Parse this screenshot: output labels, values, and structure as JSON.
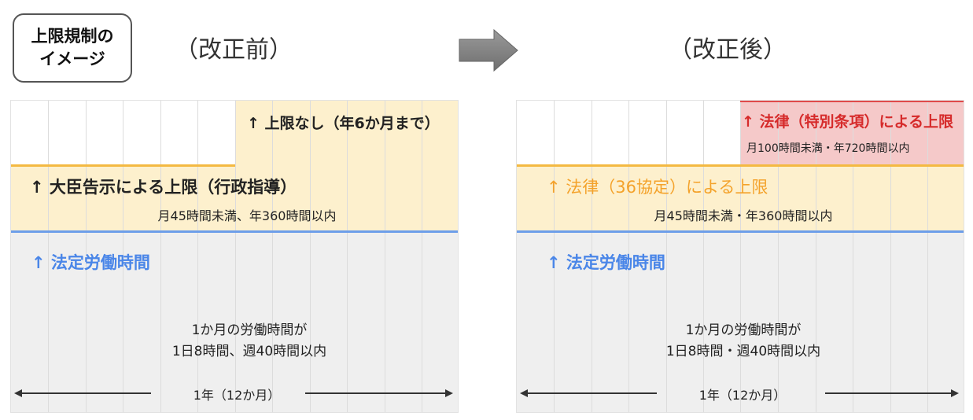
{
  "badge": {
    "line1": "上限規制の",
    "line2": "イメージ"
  },
  "headers": {
    "before": "（改正前）",
    "after": "（改正後）"
  },
  "before": {
    "top_limit": "↑ 上限なし（年6か月まで）",
    "middle_limit": "↑ 大臣告示による上限（行政指導）",
    "middle_detail": "月45時間未満、年360時間以内",
    "statutory": "↑ 法定労働時間",
    "statutory_detail_1": "1か月の労働時間が",
    "statutory_detail_2": "1日8時間、週40時間以内",
    "period": "1年（12か月）"
  },
  "after": {
    "top_limit": "↑ 法律（特別条項）による上限",
    "top_detail": "月100時間未満・年720時間以内",
    "middle_limit": "↑ 法律（36協定）による上限",
    "middle_detail": "月45時間未満・年360時間以内",
    "statutory": "↑ 法定労働時間",
    "statutory_detail_1": "1か月の労働時間が",
    "statutory_detail_2": "1日8時間・週40時間以内",
    "period": "1年（12か月）"
  },
  "colors": {
    "beige": "#fdf0cd",
    "pink": "#f5c9c9",
    "gray": "#efefef",
    "orange_line": "#f4b942",
    "blue_line": "#6d9eea",
    "red_line": "#e04b4b",
    "blue_text": "#4a86e8",
    "orange_text": "#f4a22a",
    "red_text": "#d62b2b"
  }
}
